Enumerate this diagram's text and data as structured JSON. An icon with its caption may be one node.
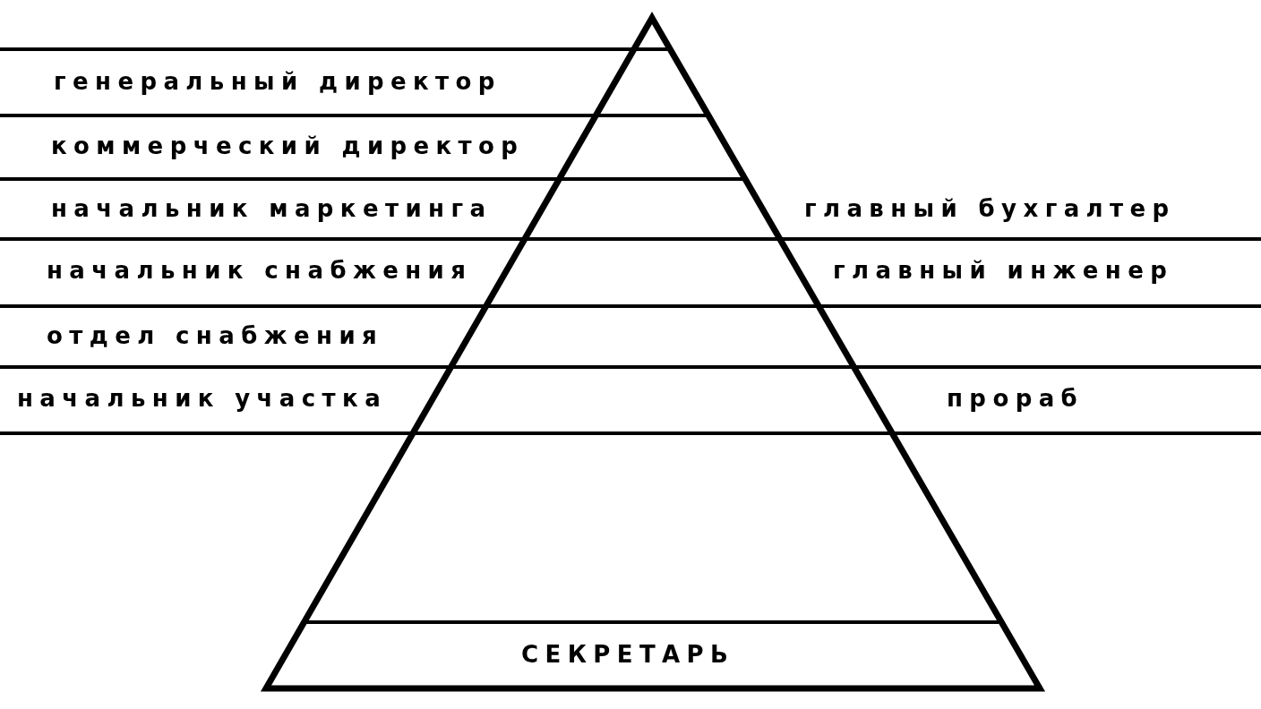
{
  "diagram": {
    "labels": [
      "генеральный директор",
      "коммерческий директор",
      "начальник маркетинга",
      "главный бухгалтер",
      "начальник снабжения",
      "главный инженер",
      "отдел снабжения",
      "начальник участка",
      "прораб",
      "СЕКРЕТАРЬ"
    ]
  }
}
